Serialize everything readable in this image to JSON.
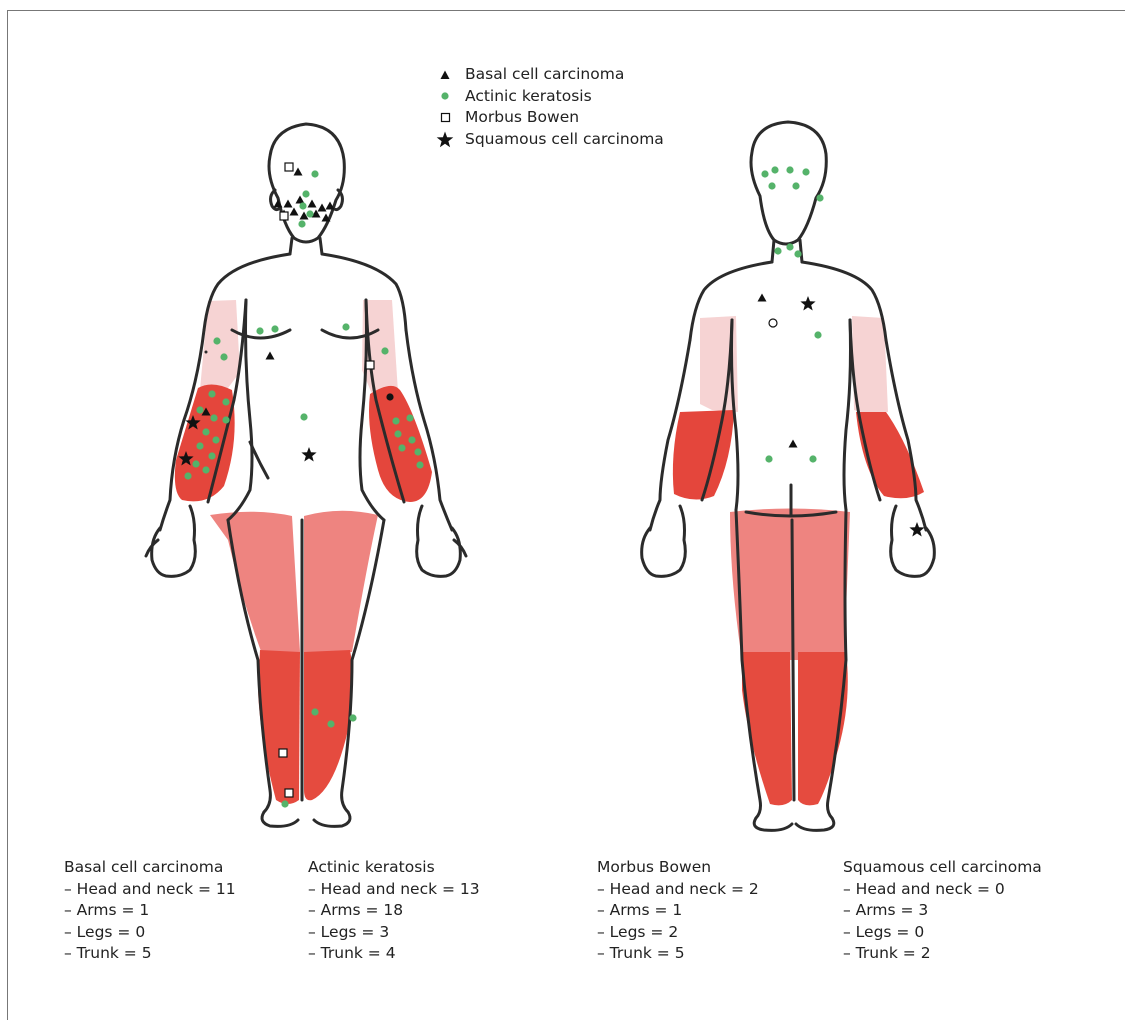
{
  "legend": [
    {
      "symbol": "triangle",
      "label": "Basal cell carcinoma"
    },
    {
      "symbol": "dot",
      "label": "Actinic keratosis"
    },
    {
      "symbol": "square",
      "label": "Morbus Bowen"
    },
    {
      "symbol": "star",
      "label": "Squamous cell carcinoma"
    }
  ],
  "counts": [
    {
      "title": "Basal cell carcinoma",
      "lines": [
        "– Head and neck = 11",
        "– Arms = 1",
        "– Legs = 0",
        "– Trunk = 5"
      ]
    },
    {
      "title": "Actinic keratosis",
      "lines": [
        "– Head and neck = 13",
        "– Arms = 18",
        "– Legs = 3",
        "– Trunk = 4"
      ]
    },
    {
      "title": "Morbus Bowen",
      "lines": [
        "– Head and neck = 2",
        "– Arms = 1",
        "– Legs = 2",
        "– Trunk = 5"
      ]
    },
    {
      "title": "Squamous cell carcinoma",
      "lines": [
        "– Head and neck = 0",
        "– Arms = 3",
        "– Legs = 0",
        "– Trunk = 2"
      ]
    }
  ],
  "colors": {
    "outline": "#2b2b2b",
    "upper_arm": "#f6d3d3",
    "forearm": "#e4463c",
    "thigh": "#ee8480",
    "shin": "#e54b3f",
    "actinic_dot": "#55b36a",
    "marker": "#111111"
  }
}
